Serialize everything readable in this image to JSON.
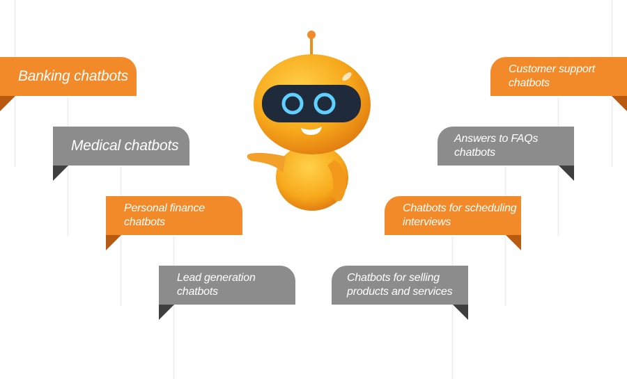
{
  "tags": {
    "banking": "Banking chatbots",
    "medical": "Medical chatbots",
    "personal_finance": "Personal finance\nchatbots",
    "lead_generation": "Lead generation\nchatbots",
    "customer_support": "Customer support\nchatbots",
    "faqs": "Answers to FAQs\nchatbots",
    "scheduling": "Chatbots for scheduling\ninterviews",
    "selling": "Chatbots for selling\nproducts and services"
  },
  "colors": {
    "orange": "#f28a2a",
    "orange_dark": "#b85a10",
    "gray": "#8c8c8c",
    "gray_dark": "#3f3f3f",
    "robot_body": "#f7a81b",
    "robot_visor": "#1f2a3a",
    "robot_eye": "#5fd0ff"
  },
  "icons": {
    "robot": "robot-mascot-icon"
  }
}
